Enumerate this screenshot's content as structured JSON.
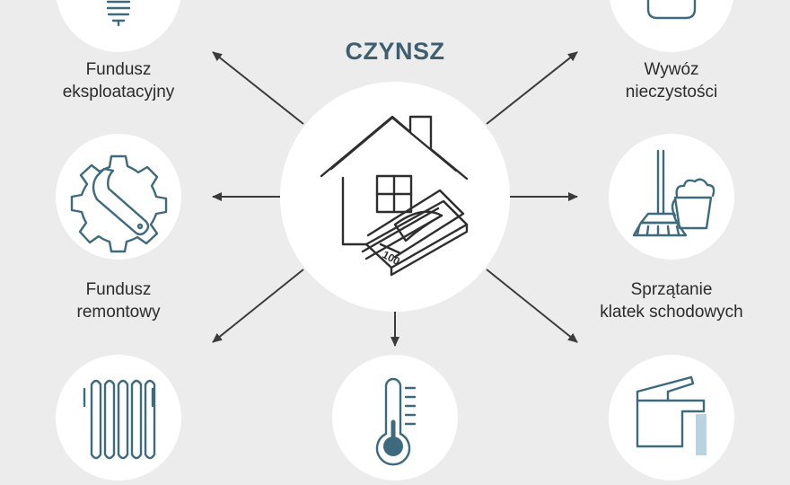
{
  "title": "CZYNSZ",
  "colors": {
    "background": "#ececec",
    "circle": "#ffffff",
    "line": "#3b3b3b",
    "title": "#3d5f6f",
    "accent": "#3d6a7d",
    "water": "#b9d3df"
  },
  "center": {
    "icon": "house-with-money-icon",
    "banknote_text": "100"
  },
  "items": [
    {
      "id": "fundusz-eksploatacyjny",
      "icon": "lightbulb-icon",
      "lines": [
        "Fundusz",
        "eksploatacyjny"
      ]
    },
    {
      "id": "wywoz-nieczystosci",
      "icon": "trash-bin-icon",
      "lines": [
        "Wywóz",
        "nieczystości"
      ]
    },
    {
      "id": "fundusz-remontowy",
      "icon": "gear-wrench-icon",
      "lines": [
        "Fundusz",
        "remontowy"
      ]
    },
    {
      "id": "sprzatanie",
      "icon": "broom-bucket-icon",
      "lines": [
        "Sprzątanie",
        "klatek schodowych"
      ]
    },
    {
      "id": "ogrzewanie",
      "icon": "radiator-icon",
      "lines": []
    },
    {
      "id": "ciepla-woda",
      "icon": "thermometer-icon",
      "lines": []
    },
    {
      "id": "woda",
      "icon": "faucet-icon",
      "lines": []
    }
  ]
}
